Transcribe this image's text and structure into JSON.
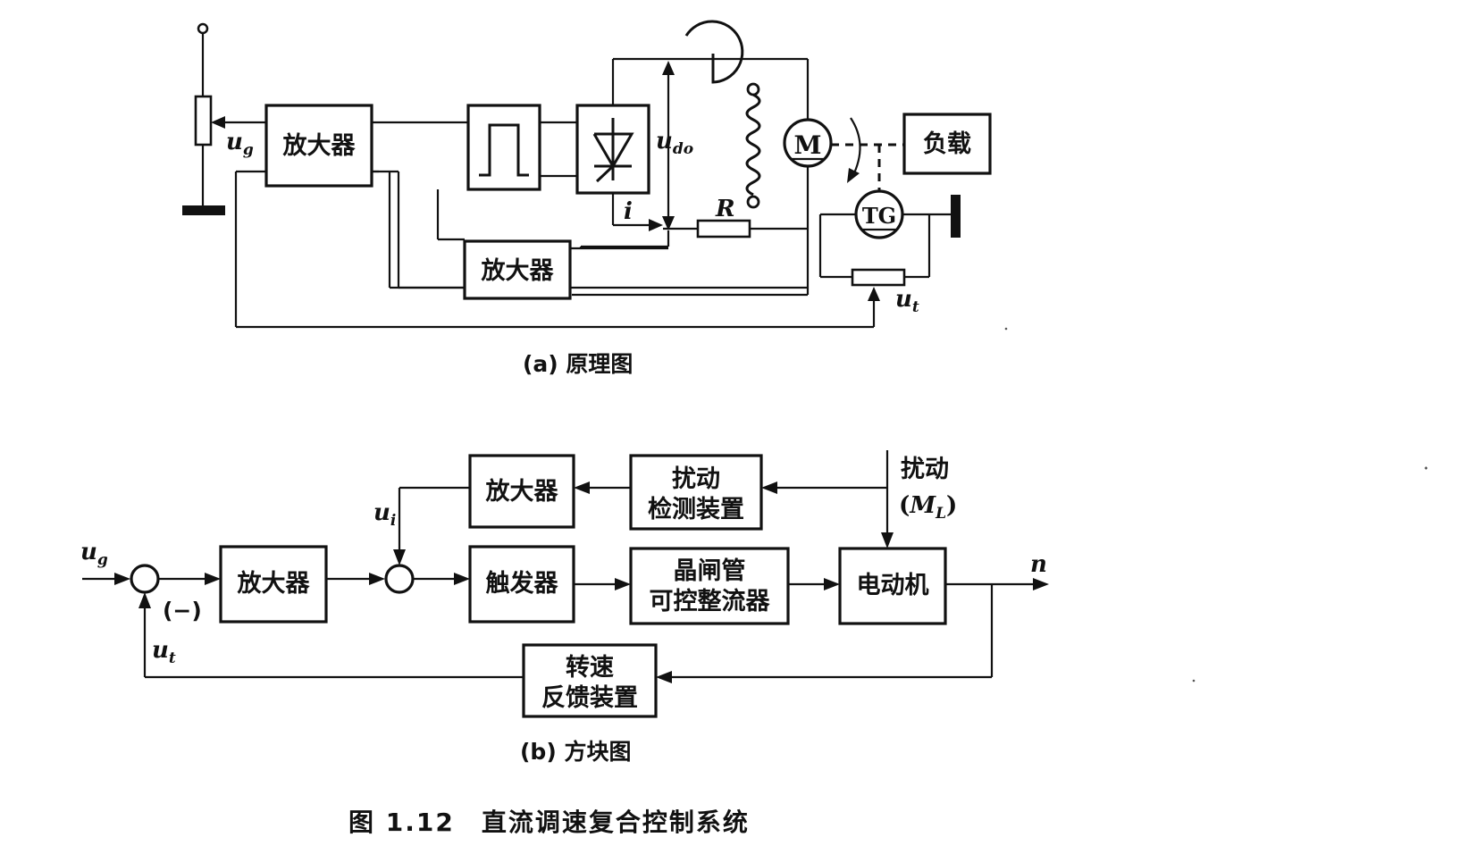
{
  "diagram_a": {
    "caption": "(a) 原理图",
    "amplifier_main": "放大器",
    "amplifier_current": "放大器",
    "load": "负载",
    "motor": "M",
    "tachogenerator": "TG",
    "u_g": {
      "base": "u",
      "sub": "g"
    },
    "u_do": {
      "base": "u",
      "sub": "do"
    },
    "u_t": {
      "base": "u",
      "sub": "t"
    },
    "current_i": "i",
    "resistor_r": "R"
  },
  "diagram_b": {
    "caption": "(b) 方块图",
    "amplifier_main": "放大器",
    "amplifier_disturbance": "放大器",
    "disturbance_detector_line1": "扰动",
    "disturbance_detector_line2": "检测装置",
    "trigger": "触发器",
    "rectifier_line1": "晶闸管",
    "rectifier_line2": "可控整流器",
    "motor": "电动机",
    "feedback_line1": "转速",
    "feedback_line2": "反馈装置",
    "disturbance_label_line1": "扰动",
    "disturbance_label_line2_open": "(",
    "disturbance_label_m": "M",
    "disturbance_label_sub": "L",
    "disturbance_label_line2_close": ")",
    "u_g": {
      "base": "u",
      "sub": "g"
    },
    "u_i": {
      "base": "u",
      "sub": "i"
    },
    "u_t": {
      "base": "u",
      "sub": "t"
    },
    "minus_sign": "(−)",
    "output_n": "n"
  },
  "figure_caption": "图 1.12　直流调速复合控制系统"
}
